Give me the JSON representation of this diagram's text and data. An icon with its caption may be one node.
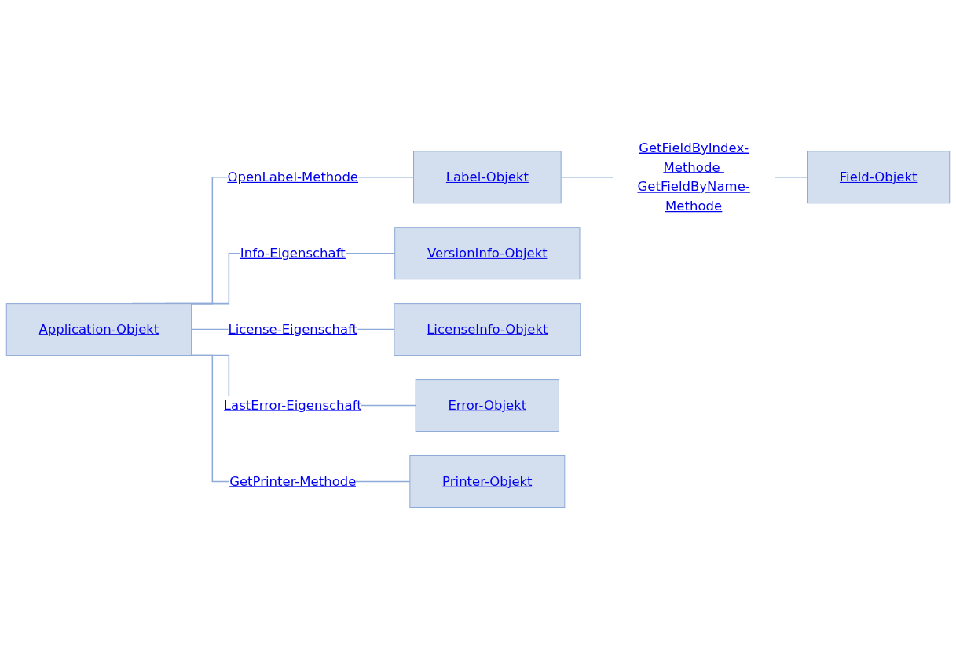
{
  "diagram": {
    "nodes": [
      {
        "text": [
          "Application-Objekt"
        ]
      },
      {
        "text": [
          "Label-Objekt"
        ]
      },
      {
        "text": [
          "Field-Objekt"
        ]
      },
      {
        "text": [
          "VersionInfo-Objekt"
        ]
      },
      {
        "text": [
          "LicenseInfo-Objekt"
        ]
      },
      {
        "text": [
          "Error-Objekt"
        ]
      },
      {
        "text": [
          "Printer-Objekt"
        ]
      }
    ],
    "edges": [
      {
        "from": 0,
        "to": 1,
        "arrow": "none",
        "label": "OpenLabel-Methode"
      },
      {
        "from": 1,
        "to": 2,
        "arrow": "none",
        "label": "GetFieldByIndex-Methode GetFieldByName-Methode"
      },
      {
        "from": 0,
        "to": 3,
        "arrow": "none",
        "label": "Info-Eigenschaft"
      },
      {
        "from": 0,
        "to": 4,
        "arrow": "none",
        "label": "License-Eigenschaft"
      },
      {
        "from": 0,
        "to": 5,
        "arrow": "none",
        "label": "LastError-Eigenschaft"
      },
      {
        "from": 0,
        "to": 6,
        "arrow": "none",
        "label": "GetPrinter-Methode"
      }
    ]
  }
}
